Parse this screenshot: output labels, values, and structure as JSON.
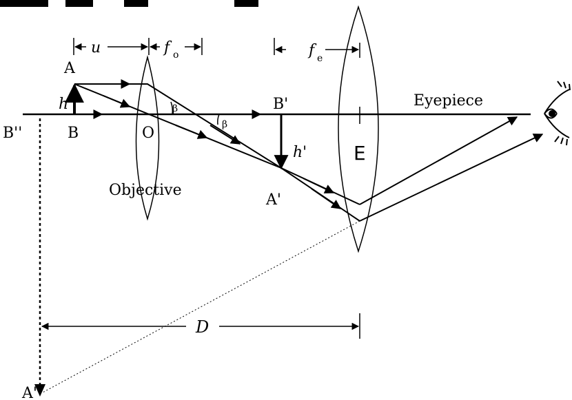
{
  "labels": {
    "point_a": "A",
    "point_b": "B",
    "point_o": "O",
    "height_h": "h",
    "image_b_prime": "B'",
    "image_a_prime": "A'",
    "height_h_prime": "h'",
    "final_b_double_prime": "B''",
    "final_a_double_prime": "A''",
    "eyepiece_center": "E",
    "objective": "Objective",
    "eyepiece": "Eyepiece",
    "angle_beta_left": "β",
    "angle_beta_right": "β",
    "dim_u": "u",
    "dim_fo_main": "f",
    "dim_fo_sub": "o",
    "dim_fe_main": "f",
    "dim_fe_sub": "e",
    "dim_d": "D"
  },
  "colors": {
    "line": "#000000",
    "background": "#ffffff"
  },
  "icons": [
    "eye-icon",
    "arrow-icon"
  ]
}
